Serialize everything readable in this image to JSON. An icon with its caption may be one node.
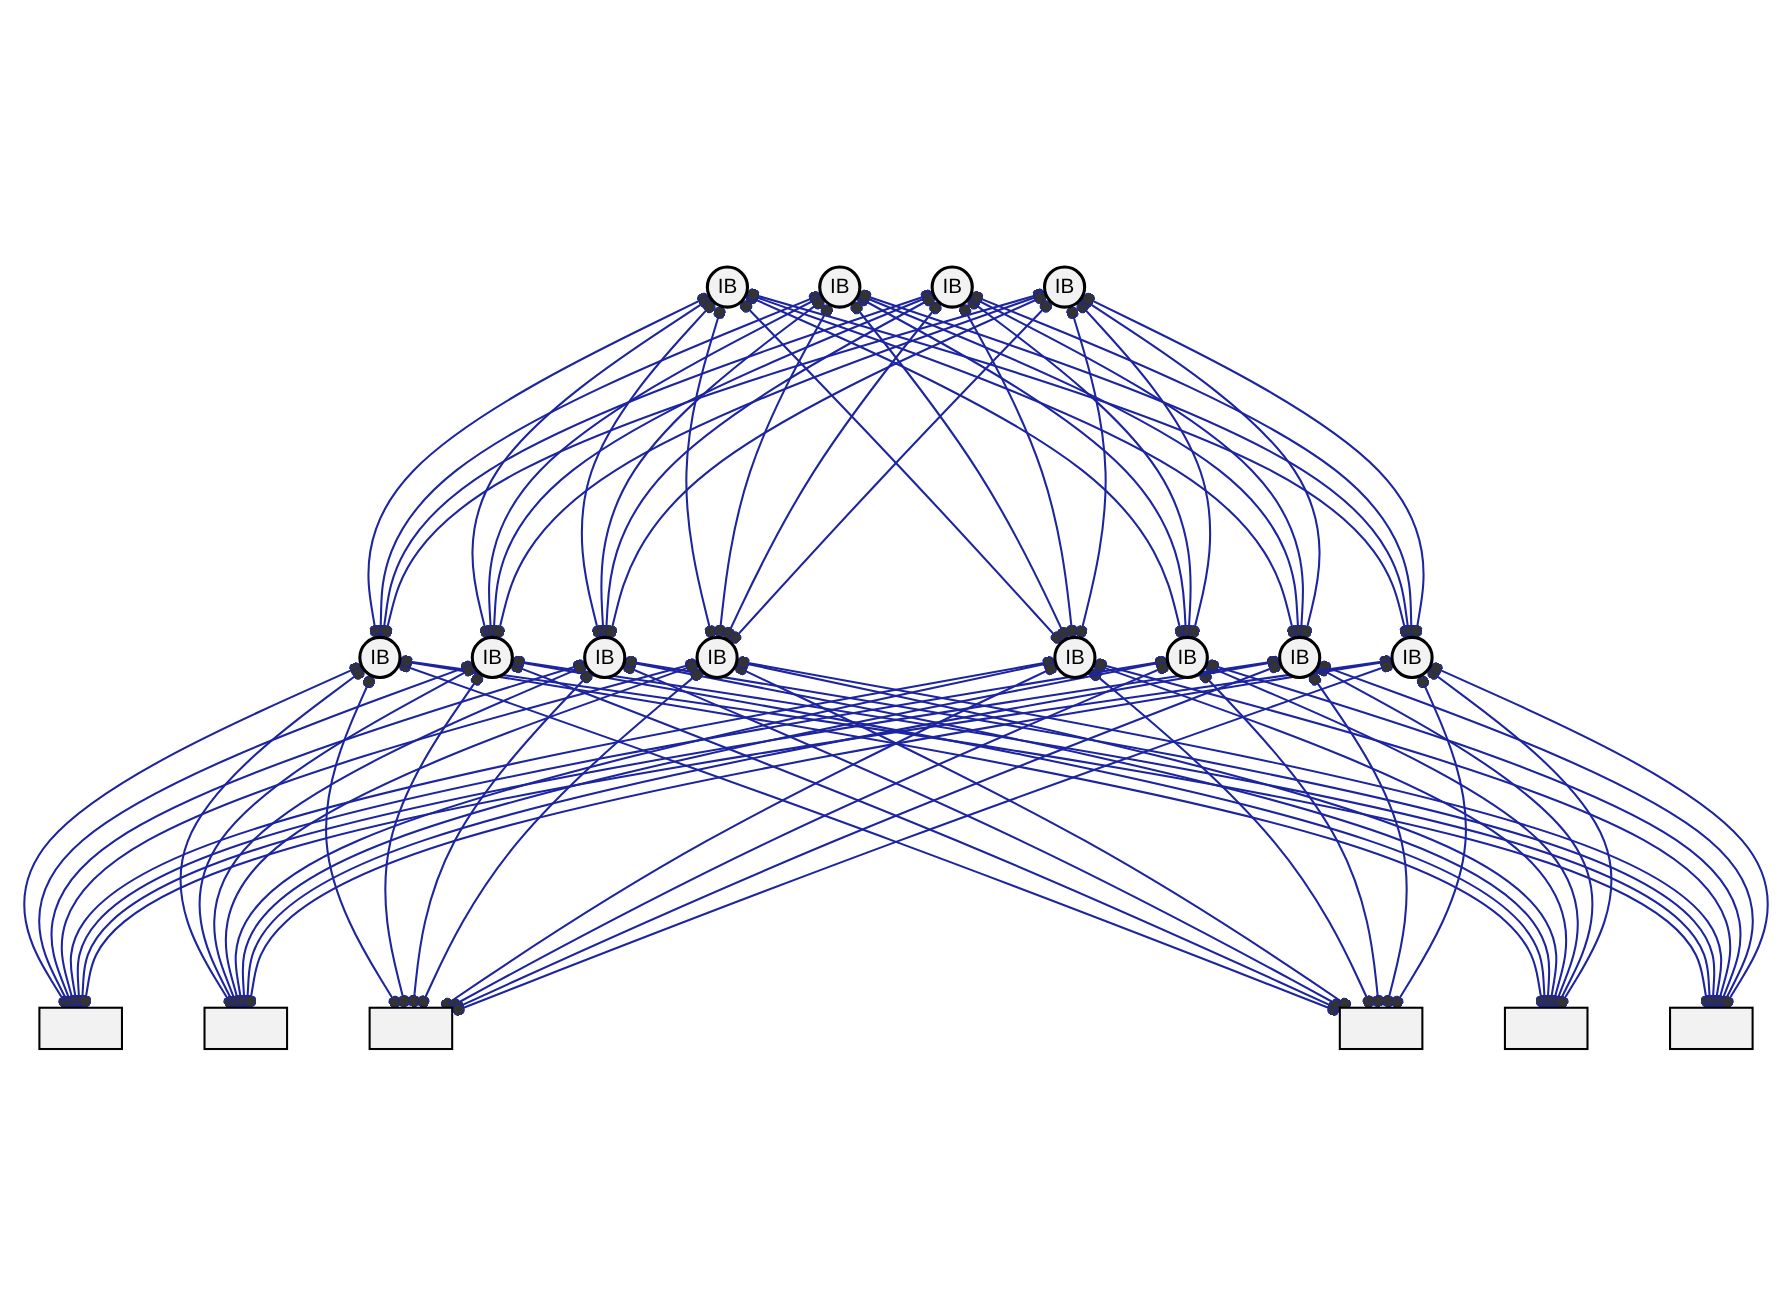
{
  "diagram": {
    "nodes": [
      {
        "text": [
          "IB"
        ]
      },
      {
        "text": [
          "IB"
        ]
      },
      {
        "text": [
          "IB"
        ]
      },
      {
        "text": [
          "IB"
        ]
      },
      {
        "text": [
          "IB"
        ]
      },
      {
        "text": [
          "IB"
        ]
      },
      {
        "text": [
          "IB"
        ]
      },
      {
        "text": [
          "IB"
        ]
      },
      {
        "text": [
          "IB"
        ]
      },
      {
        "text": [
          "IB"
        ]
      },
      {
        "text": [
          "IB"
        ]
      },
      {
        "text": [
          "IB"
        ]
      },
      {
        "text": [],
        "shape": "box"
      },
      {
        "text": [],
        "shape": "box"
      },
      {
        "text": [],
        "shape": "box"
      },
      {
        "text": [],
        "shape": "box"
      },
      {
        "text": [],
        "shape": "box"
      },
      {
        "text": [],
        "shape": "box"
      }
    ],
    "edges": [
      {
        "from": 0,
        "to": 4,
        "arrow": "other"
      },
      {
        "from": 0,
        "to": 5,
        "arrow": "other"
      },
      {
        "from": 0,
        "to": 6,
        "arrow": "other"
      },
      {
        "from": 0,
        "to": 7,
        "arrow": "other"
      },
      {
        "from": 0,
        "to": 8,
        "arrow": "other"
      },
      {
        "from": 0,
        "to": 9,
        "arrow": "other"
      },
      {
        "from": 0,
        "to": 10,
        "arrow": "other"
      },
      {
        "from": 0,
        "to": 11,
        "arrow": "other"
      },
      {
        "from": 1,
        "to": 4,
        "arrow": "other"
      },
      {
        "from": 1,
        "to": 5,
        "arrow": "other"
      },
      {
        "from": 1,
        "to": 6,
        "arrow": "other"
      },
      {
        "from": 1,
        "to": 7,
        "arrow": "other"
      },
      {
        "from": 1,
        "to": 8,
        "arrow": "other"
      },
      {
        "from": 1,
        "to": 9,
        "arrow": "other"
      },
      {
        "from": 1,
        "to": 10,
        "arrow": "other"
      },
      {
        "from": 1,
        "to": 11,
        "arrow": "other"
      },
      {
        "from": 2,
        "to": 4,
        "arrow": "other"
      },
      {
        "from": 2,
        "to": 5,
        "arrow": "other"
      },
      {
        "from": 2,
        "to": 6,
        "arrow": "other"
      },
      {
        "from": 2,
        "to": 7,
        "arrow": "other"
      },
      {
        "from": 2,
        "to": 8,
        "arrow": "other"
      },
      {
        "from": 2,
        "to": 9,
        "arrow": "other"
      },
      {
        "from": 2,
        "to": 10,
        "arrow": "other"
      },
      {
        "from": 2,
        "to": 11,
        "arrow": "other"
      },
      {
        "from": 3,
        "to": 4,
        "arrow": "other"
      },
      {
        "from": 3,
        "to": 5,
        "arrow": "other"
      },
      {
        "from": 3,
        "to": 6,
        "arrow": "other"
      },
      {
        "from": 3,
        "to": 7,
        "arrow": "other"
      },
      {
        "from": 3,
        "to": 8,
        "arrow": "other"
      },
      {
        "from": 3,
        "to": 9,
        "arrow": "other"
      },
      {
        "from": 3,
        "to": 10,
        "arrow": "other"
      },
      {
        "from": 3,
        "to": 11,
        "arrow": "other"
      },
      {
        "from": 4,
        "to": 12,
        "arrow": "other"
      },
      {
        "from": 4,
        "to": 13,
        "arrow": "other"
      },
      {
        "from": 4,
        "to": 14,
        "arrow": "other"
      },
      {
        "from": 4,
        "to": 15,
        "arrow": "other"
      },
      {
        "from": 4,
        "to": 16,
        "arrow": "other"
      },
      {
        "from": 4,
        "to": 17,
        "arrow": "other"
      },
      {
        "from": 5,
        "to": 12,
        "arrow": "other"
      },
      {
        "from": 5,
        "to": 13,
        "arrow": "other"
      },
      {
        "from": 5,
        "to": 14,
        "arrow": "other"
      },
      {
        "from": 5,
        "to": 15,
        "arrow": "other"
      },
      {
        "from": 5,
        "to": 16,
        "arrow": "other"
      },
      {
        "from": 5,
        "to": 17,
        "arrow": "other"
      },
      {
        "from": 6,
        "to": 12,
        "arrow": "other"
      },
      {
        "from": 6,
        "to": 13,
        "arrow": "other"
      },
      {
        "from": 6,
        "to": 14,
        "arrow": "other"
      },
      {
        "from": 6,
        "to": 15,
        "arrow": "other"
      },
      {
        "from": 6,
        "to": 16,
        "arrow": "other"
      },
      {
        "from": 6,
        "to": 17,
        "arrow": "other"
      },
      {
        "from": 7,
        "to": 12,
        "arrow": "other"
      },
      {
        "from": 7,
        "to": 13,
        "arrow": "other"
      },
      {
        "from": 7,
        "to": 14,
        "arrow": "other"
      },
      {
        "from": 7,
        "to": 15,
        "arrow": "other"
      },
      {
        "from": 7,
        "to": 16,
        "arrow": "other"
      },
      {
        "from": 7,
        "to": 17,
        "arrow": "other"
      },
      {
        "from": 8,
        "to": 12,
        "arrow": "other"
      },
      {
        "from": 8,
        "to": 13,
        "arrow": "other"
      },
      {
        "from": 8,
        "to": 14,
        "arrow": "other"
      },
      {
        "from": 8,
        "to": 15,
        "arrow": "other"
      },
      {
        "from": 8,
        "to": 16,
        "arrow": "other"
      },
      {
        "from": 8,
        "to": 17,
        "arrow": "other"
      },
      {
        "from": 9,
        "to": 12,
        "arrow": "other"
      },
      {
        "from": 9,
        "to": 13,
        "arrow": "other"
      },
      {
        "from": 9,
        "to": 14,
        "arrow": "other"
      },
      {
        "from": 9,
        "to": 15,
        "arrow": "other"
      },
      {
        "from": 9,
        "to": 16,
        "arrow": "other"
      },
      {
        "from": 9,
        "to": 17,
        "arrow": "other"
      },
      {
        "from": 10,
        "to": 12,
        "arrow": "other"
      },
      {
        "from": 10,
        "to": 13,
        "arrow": "other"
      },
      {
        "from": 10,
        "to": 14,
        "arrow": "other"
      },
      {
        "from": 10,
        "to": 15,
        "arrow": "other"
      },
      {
        "from": 10,
        "to": 16,
        "arrow": "other"
      },
      {
        "from": 10,
        "to": 17,
        "arrow": "other"
      },
      {
        "from": 11,
        "to": 12,
        "arrow": "other"
      },
      {
        "from": 11,
        "to": 13,
        "arrow": "other"
      },
      {
        "from": 11,
        "to": 14,
        "arrow": "other"
      },
      {
        "from": 11,
        "to": 15,
        "arrow": "other"
      },
      {
        "from": 11,
        "to": 16,
        "arrow": "other"
      },
      {
        "from": 11,
        "to": 17,
        "arrow": "other"
      }
    ]
  }
}
